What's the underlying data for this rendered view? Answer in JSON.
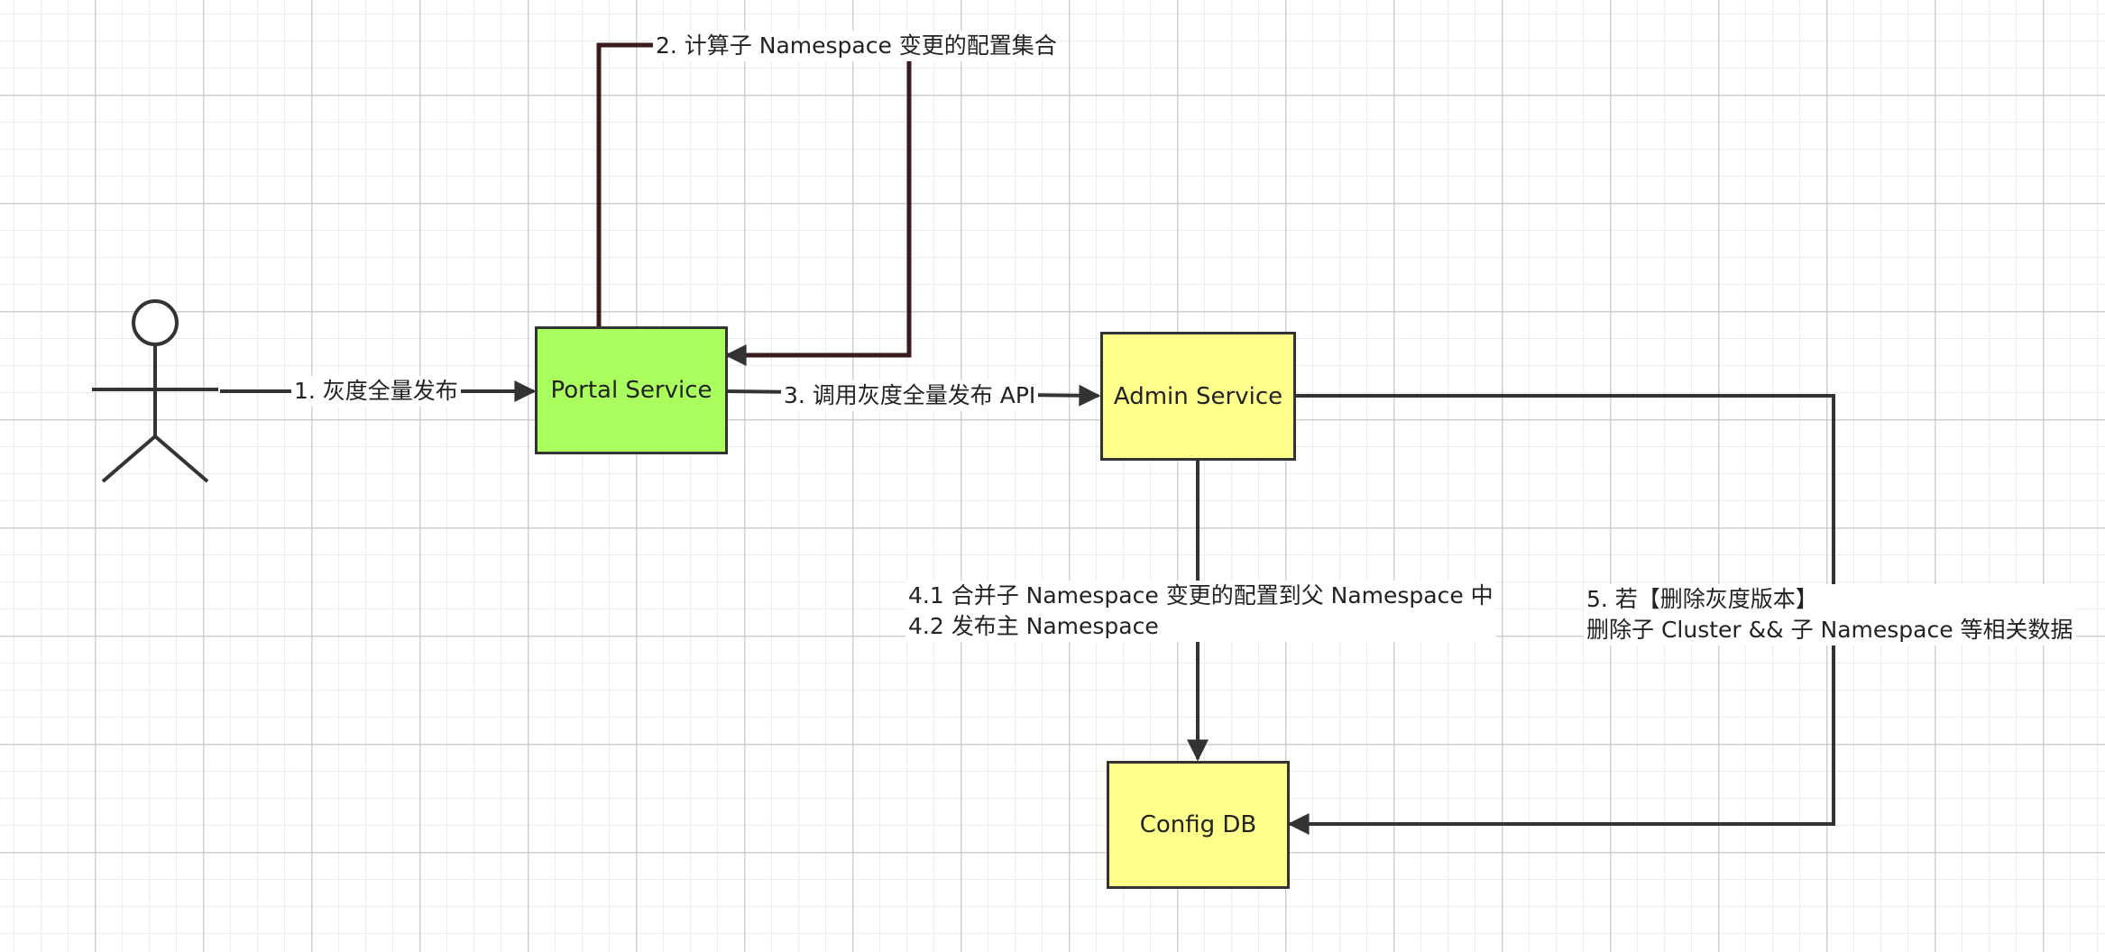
{
  "colors": {
    "portal_fill": "#aaff5e",
    "yellow_fill": "#ffff8c",
    "line": "#333333",
    "self_loop": "#3a1a1a"
  },
  "nodes": {
    "actor": "stick-figure",
    "portal": "Portal Service",
    "admin": "Admin Service",
    "db": "Config DB"
  },
  "edges": {
    "step1": "1. 灰度全量发布",
    "step2": "2. 计算子 Namespace 变更的配置集合",
    "step3": "3. 调用灰度全量发布 API",
    "step4_line1": "4.1 合并子 Namespace 变更的配置到父 Namespace 中",
    "step4_line2": "4.2 发布主 Namespace",
    "step5_line1": "5. 若【删除灰度版本】",
    "step5_line2": "删除子 Cluster && 子 Namespace 等相关数据"
  }
}
